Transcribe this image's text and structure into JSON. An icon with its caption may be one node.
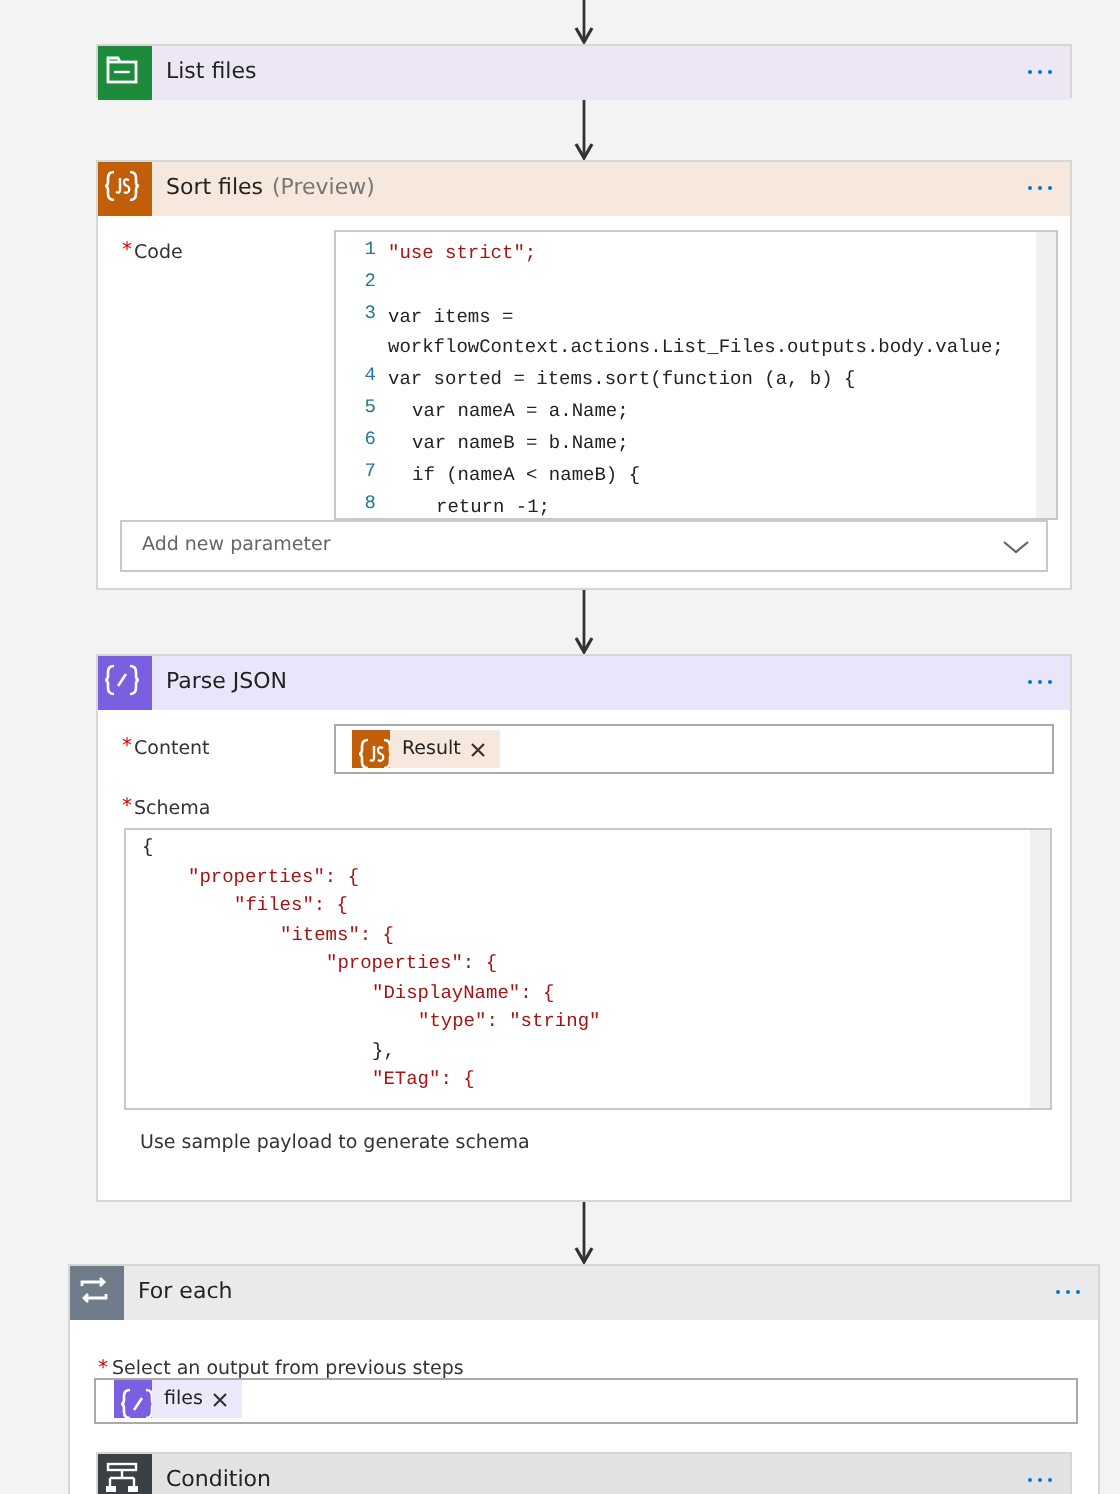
{
  "diagram": {
    "nodes": [
      {
        "text": [
          "List files"
        ]
      },
      {
        "text": [
          "Sort files",
          "(Preview)",
          "*",
          "Code",
          "1",
          "\"use strict\";",
          "2",
          "3",
          "var items = workflowContext.actions.List_Files.outputs.body.value;",
          "4",
          "var sorted = items.sort(function (a, b) {",
          "5",
          "var nameA = a.Name;",
          "6",
          "var nameB = b.Name;",
          "7",
          "if (nameA < nameB) {",
          "8",
          "return -1;",
          "Add new parameter"
        ]
      },
      {
        "text": [
          "Parse JSON",
          "*",
          "Content",
          "Result",
          "*",
          "Schema",
          "{",
          "\"properties\": {",
          "\"files\": {",
          "\"items\": {",
          "\"properties\": {",
          "\"DisplayName\": {",
          "\"type\": \"string\"",
          "},",
          "\"ETag\": {",
          "Use sample payload to generate schema"
        ]
      },
      {
        "text": [
          "For each",
          "*",
          "Select an output from previous steps",
          "files"
        ]
      },
      {
        "text": [
          "Condition"
        ],
        "in": 3
      }
    ],
    "edges": [
      {
        "from": null,
        "to": 0,
        "arrow": "to"
      },
      {
        "from": 0,
        "to": 1,
        "arrow": "to"
      },
      {
        "from": 1,
        "to": 2,
        "arrow": "to"
      },
      {
        "from": 2,
        "to": 3,
        "arrow": "to"
      }
    ]
  }
}
